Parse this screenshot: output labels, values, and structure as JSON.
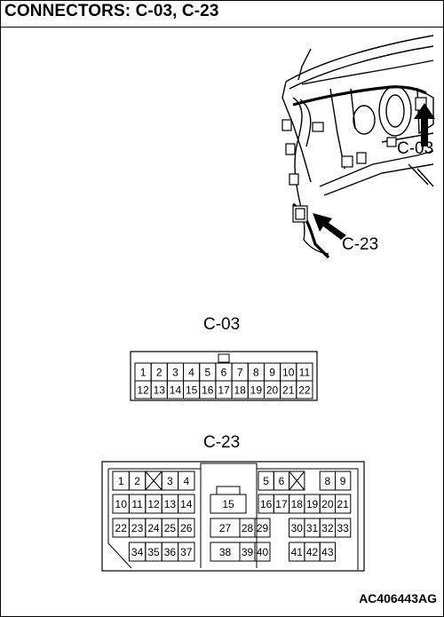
{
  "title": "CONNECTORS: C-03, C-23",
  "reference_code": "AC406443AG",
  "dashboard": {
    "label_c03": "C-03",
    "label_c23": "C-23"
  },
  "connector_c03": {
    "label": "C-03",
    "row1": [
      "1",
      "2",
      "3",
      "4",
      "5",
      "6",
      "7",
      "8",
      "9",
      "10",
      "11"
    ],
    "row2": [
      "12",
      "13",
      "14",
      "15",
      "16",
      "17",
      "18",
      "19",
      "20",
      "21",
      "22"
    ]
  },
  "connector_c23": {
    "label": "C-23",
    "pins": [
      [
        "1",
        "2",
        "X",
        "3",
        "4"
      ],
      [
        "10",
        "11",
        "12",
        "13",
        "14"
      ],
      [
        "22",
        "23",
        "24",
        "25",
        "26"
      ],
      [
        "34",
        "35",
        "36",
        "37"
      ],
      [
        "15"
      ],
      [
        "27",
        "28",
        "29"
      ],
      [
        "38",
        "39",
        "40"
      ],
      [
        "5",
        "6",
        "X",
        "8",
        "9"
      ],
      [
        "16",
        "17",
        "18",
        "19",
        "20",
        "21"
      ],
      [
        "30",
        "31",
        "32",
        "33"
      ],
      [
        "41",
        "42",
        "43"
      ]
    ]
  }
}
